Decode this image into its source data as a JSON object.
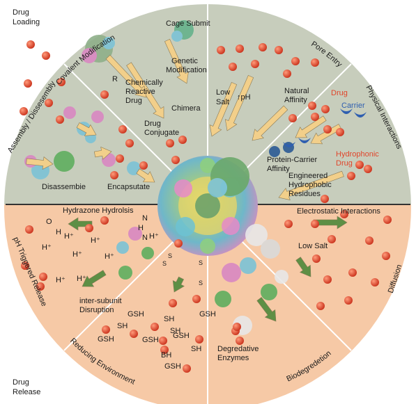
{
  "colors": {
    "loading_bg": "#c7cdbc",
    "release_bg": "#f6c9a6",
    "drug_red": "#e0452b",
    "carrier_blue": "#2f5fb0",
    "arrow_yellow": "#f2cf8a",
    "arrow_green": "#5e8f45",
    "divider": "#333333"
  },
  "corners": {
    "loading_line1": "Drug",
    "loading_line2": "Loading",
    "release_line1": "Drug",
    "release_line2": "Release"
  },
  "sections": {
    "covalent": "Covalent Modification",
    "pore": "Pore Entry",
    "physical": "Physical Interactions",
    "assembly": "Assembly / Dissesembly",
    "ph": "pH Triggered Release",
    "reducing": "Reducing Environment",
    "biodegradation": "Biodegredetion",
    "diffusion": "Diffusion"
  },
  "labels": {
    "cage_submit": "Cage Submit",
    "genetic_1": "Genetic",
    "genetic_2": "Modification",
    "r_group": "R",
    "chem_1": "Chemically",
    "chem_2": "Reactive",
    "chem_3": "Drug",
    "chimera": "Chimera",
    "conj_1": "Drug",
    "conj_2": "Conjugate",
    "low_salt_top_1": "Low",
    "low_salt_top_2": "Salt",
    "ph_up": "↑pH",
    "natural_1": "Natural",
    "natural_2": "Affinity",
    "drug": "Drug",
    "carrier": "Carrier",
    "pc_1": "Protein-Carrier",
    "pc_2": "Affinity",
    "hydro_1": "Hydrophonic",
    "hydro_2": "Drug",
    "eng_1": "Engineered",
    "eng_2": "Hydrophobic",
    "eng_3": "Residues",
    "disassemble": "Disassembie",
    "encapsulate": "Encapsutate",
    "hydrazone": "Hydrazone Hydrolsis",
    "o_atom": "O",
    "h_atom": "H",
    "n_atom": "N",
    "h_plus": "H⁺",
    "inter_1": "inter-subunit",
    "inter_2": "Disruption",
    "gsh": "GSH",
    "sh": "SH",
    "bh": "BH",
    "s_atom": "S",
    "electrostatic": "Electrostatic Interactions",
    "low_salt_bottom": "Low Salt",
    "deg_1": "Degredative",
    "deg_2": "Enzymes"
  }
}
